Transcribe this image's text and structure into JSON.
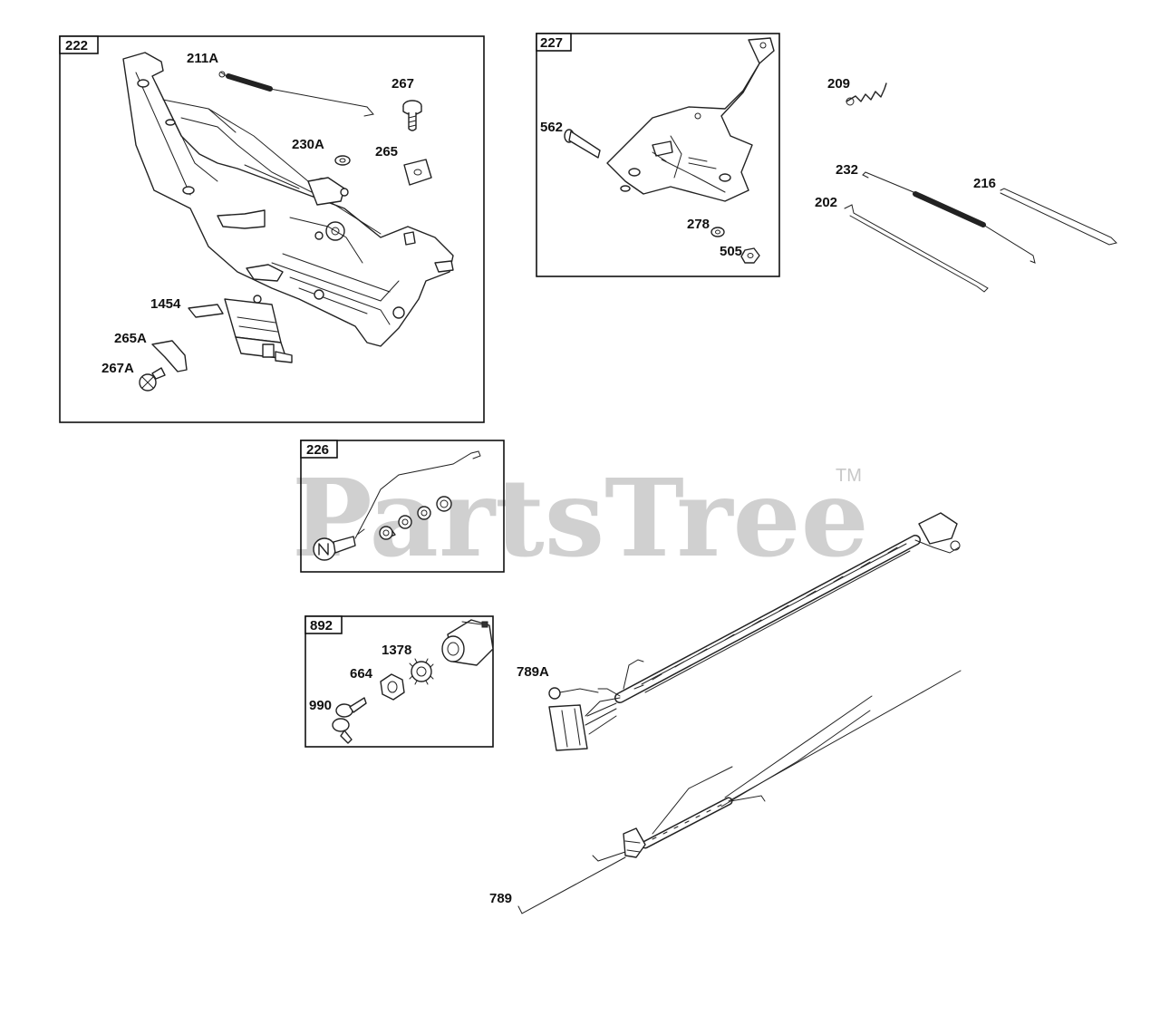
{
  "watermark": {
    "brand": "PartsTree",
    "trademark": "TM"
  },
  "boxes": {
    "b222": "222",
    "b227": "227",
    "b226": "226",
    "b892": "892"
  },
  "labels": {
    "p211A": "211A",
    "p267": "267",
    "p230A": "230A",
    "p265": "265",
    "p1454": "1454",
    "p265A": "265A",
    "p267A": "267A",
    "p562": "562",
    "p278": "278",
    "p505": "505",
    "p209": "209",
    "p232": "232",
    "p216": "216",
    "p202": "202",
    "p1378": "1378",
    "p664": "664",
    "p990": "990",
    "p789A": "789A",
    "p789": "789"
  }
}
